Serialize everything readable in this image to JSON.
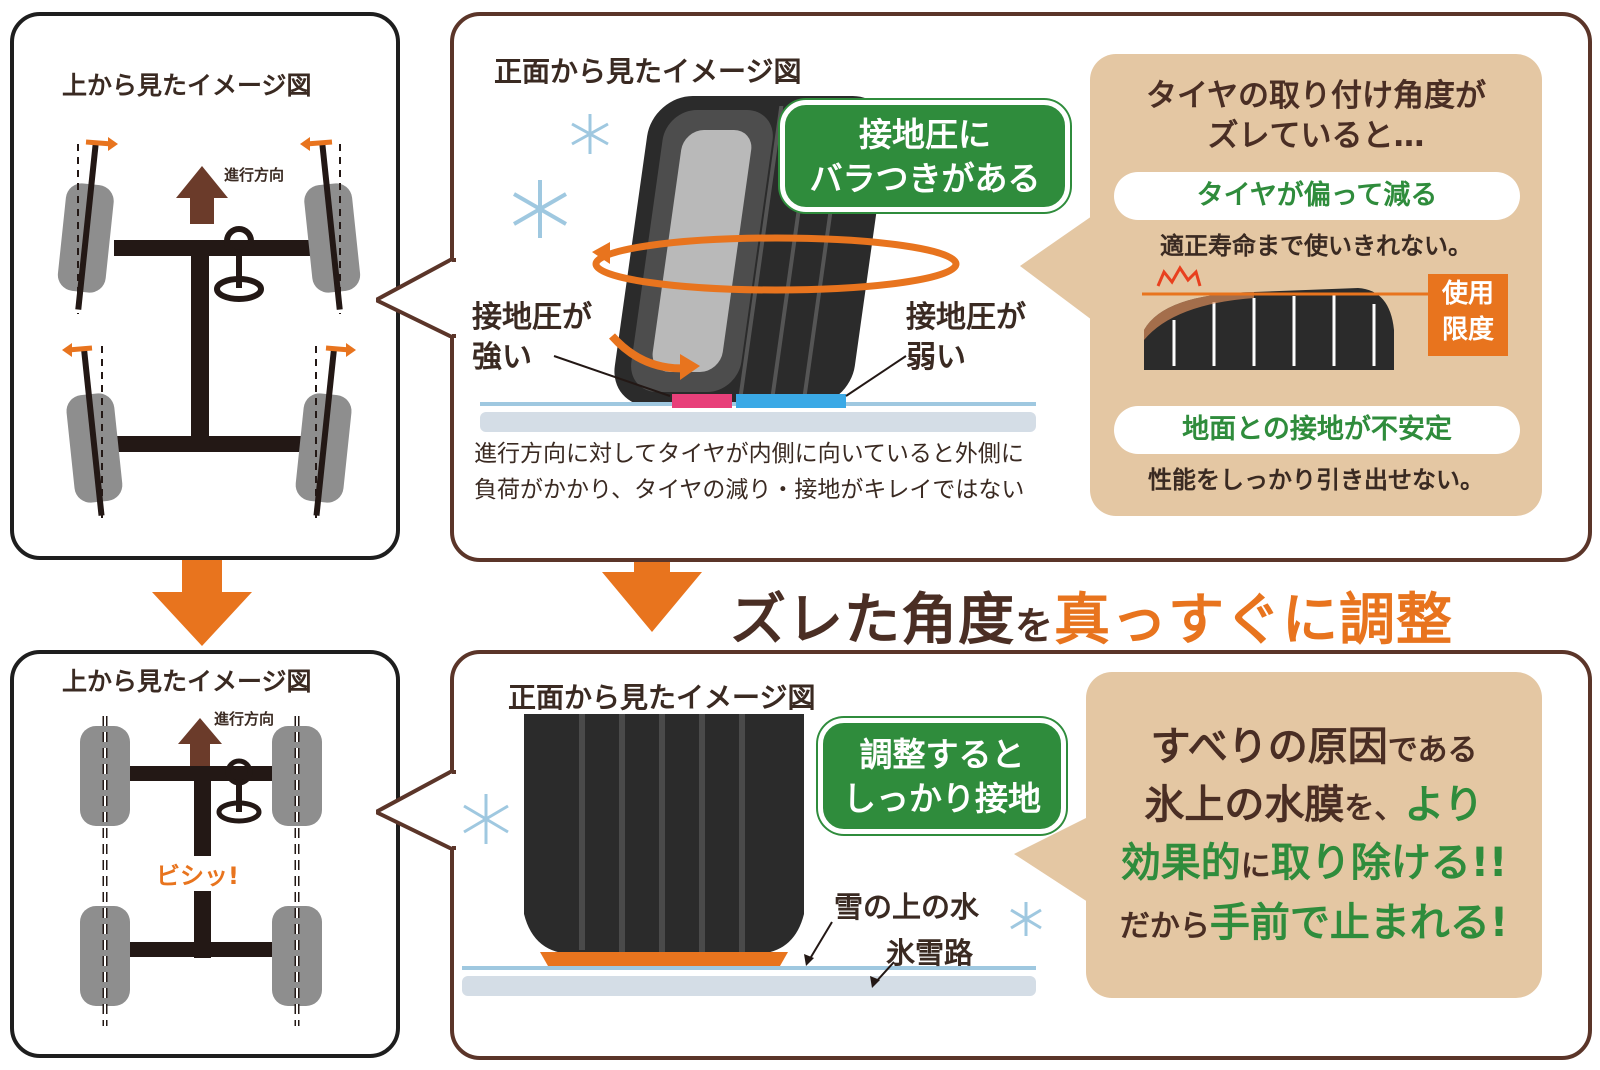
{
  "top_left": {
    "title": "上から見たイメージ図",
    "direction_label": "進行方向"
  },
  "bottom_left": {
    "title": "上から見たイメージ図",
    "direction_label": "進行方向",
    "aligned_label": "ビシッ!"
  },
  "top_right": {
    "title": "正面から見たイメージ図",
    "pill": [
      "接地圧に",
      "バラつきがある"
    ],
    "left_label": [
      "接地圧が",
      "強い"
    ],
    "right_label": [
      "接地圧が",
      "弱い"
    ],
    "caption": [
      "進行方向に対してタイヤが内側に向いていると外側に",
      "負荷がかかり、タイヤの減り・接地がキレイではない"
    ],
    "box": {
      "title": [
        "タイヤの取り付け角度が",
        "ズレていると…"
      ],
      "pill1": "タイヤが偏って減る",
      "sub1": "適正寿命まで使いきれない。",
      "limit_label": [
        "使用",
        "限度"
      ],
      "pill2": "地面との接地が不安定",
      "sub2": "性能をしっかり引き出せない。"
    }
  },
  "center_heading": {
    "part1": "ズレた角度",
    "part2": "を",
    "part3": "真っすぐに調整"
  },
  "bottom_right": {
    "title": "正面から見たイメージ図",
    "pill": [
      "調整すると",
      "しっかり接地"
    ],
    "label_water": "雪の上の水",
    "label_road": "氷雪路",
    "box": {
      "l1a": "すべりの原因",
      "l1b": "である",
      "l2a": "氷上の水膜",
      "l2b": "を、",
      "l2c": "より",
      "l3a": "効果的",
      "l3b": "に",
      "l3c": "取り除ける!!",
      "l4a": "だから",
      "l4b": "手前で止まれる!"
    }
  },
  "colors": {
    "orange": "#e8741e",
    "brown": "#5b3529",
    "green": "#2f8c3c",
    "beige": "#e4c7a3",
    "pressure_high": "#e8407a",
    "pressure_low": "#3aa9e6"
  }
}
